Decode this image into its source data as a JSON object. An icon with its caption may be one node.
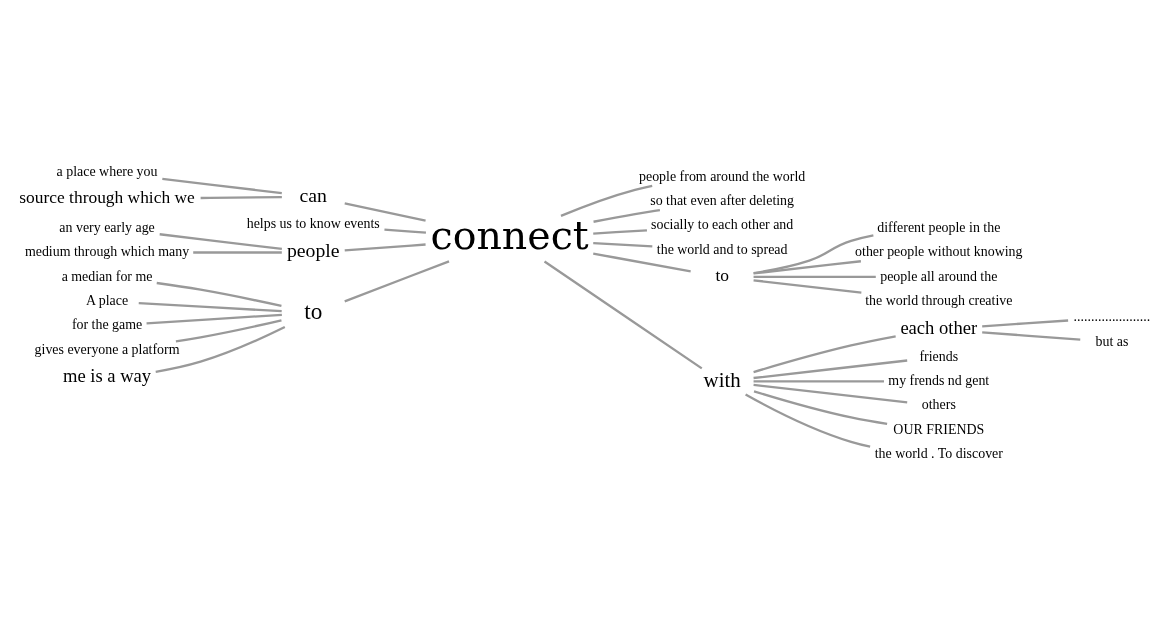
{
  "diagram": {
    "nodes": [
      {
        "text": [
          "connect"
        ]
      },
      {
        "text": [
          "can"
        ]
      },
      {
        "text": [
          "a place where you"
        ]
      },
      {
        "text": [
          "source through which we"
        ]
      },
      {
        "text": [
          "helps us to know events"
        ]
      },
      {
        "text": [
          "people"
        ]
      },
      {
        "text": [
          "an very early age"
        ]
      },
      {
        "text": [
          "medium through which many"
        ]
      },
      {
        "text": [
          "to"
        ]
      },
      {
        "text": [
          "a median for me"
        ]
      },
      {
        "text": [
          "A place"
        ]
      },
      {
        "text": [
          "for the game"
        ]
      },
      {
        "text": [
          "gives everyone a platform"
        ]
      },
      {
        "text": [
          "me is a way"
        ]
      },
      {
        "text": [
          "people from around the world"
        ]
      },
      {
        "text": [
          "so that even after deleting"
        ]
      },
      {
        "text": [
          "socially to each other and"
        ]
      },
      {
        "text": [
          "the world and to spread"
        ]
      },
      {
        "text": [
          "to"
        ]
      },
      {
        "text": [
          "different people in the"
        ]
      },
      {
        "text": [
          "other people without knowing"
        ]
      },
      {
        "text": [
          "people all around the"
        ]
      },
      {
        "text": [
          "the world through creative"
        ]
      },
      {
        "text": [
          "with"
        ]
      },
      {
        "text": [
          "each other"
        ]
      },
      {
        "text": [
          "......................"
        ]
      },
      {
        "text": [
          "but as"
        ]
      },
      {
        "text": [
          "friends"
        ]
      },
      {
        "text": [
          "my frends nd gent"
        ]
      },
      {
        "text": [
          "others"
        ]
      },
      {
        "text": [
          "OUR FRIENDS"
        ]
      },
      {
        "text": [
          "the world . To discover"
        ]
      }
    ],
    "edges": [
      {
        "from": 2,
        "to": 1,
        "arrow": "none"
      },
      {
        "from": 3,
        "to": 1,
        "arrow": "none"
      },
      {
        "from": 1,
        "to": 0,
        "arrow": "none"
      },
      {
        "from": 4,
        "to": 0,
        "arrow": "none"
      },
      {
        "from": 6,
        "to": 5,
        "arrow": "none"
      },
      {
        "from": 7,
        "to": 5,
        "arrow": "none"
      },
      {
        "from": 5,
        "to": 0,
        "arrow": "none"
      },
      {
        "from": 9,
        "to": 8,
        "arrow": "none"
      },
      {
        "from": 10,
        "to": 8,
        "arrow": "none"
      },
      {
        "from": 11,
        "to": 8,
        "arrow": "none"
      },
      {
        "from": 12,
        "to": 8,
        "arrow": "none"
      },
      {
        "from": 13,
        "to": 8,
        "arrow": "none"
      },
      {
        "from": 8,
        "to": 0,
        "arrow": "none"
      },
      {
        "from": 0,
        "to": 14,
        "arrow": "none"
      },
      {
        "from": 0,
        "to": 15,
        "arrow": "none"
      },
      {
        "from": 0,
        "to": 16,
        "arrow": "none"
      },
      {
        "from": 0,
        "to": 17,
        "arrow": "none"
      },
      {
        "from": 0,
        "to": 18,
        "arrow": "none"
      },
      {
        "from": 18,
        "to": 19,
        "arrow": "none"
      },
      {
        "from": 18,
        "to": 20,
        "arrow": "none"
      },
      {
        "from": 18,
        "to": 21,
        "arrow": "none"
      },
      {
        "from": 18,
        "to": 22,
        "arrow": "none"
      },
      {
        "from": 0,
        "to": 23,
        "arrow": "none"
      },
      {
        "from": 23,
        "to": 24,
        "arrow": "none"
      },
      {
        "from": 24,
        "to": 25,
        "arrow": "none"
      },
      {
        "from": 24,
        "to": 26,
        "arrow": "none"
      },
      {
        "from": 23,
        "to": 27,
        "arrow": "none"
      },
      {
        "from": 23,
        "to": 28,
        "arrow": "none"
      },
      {
        "from": 23,
        "to": 29,
        "arrow": "none"
      },
      {
        "from": 23,
        "to": 30,
        "arrow": "none"
      },
      {
        "from": 23,
        "to": 31,
        "arrow": "none"
      }
    ]
  }
}
